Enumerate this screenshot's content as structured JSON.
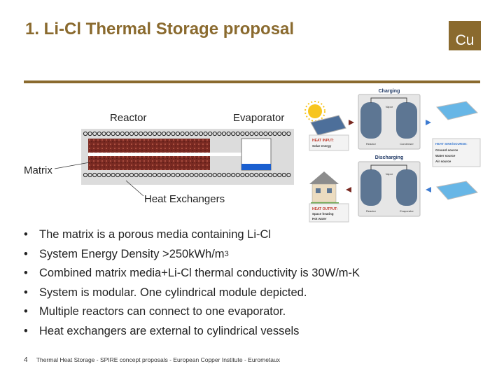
{
  "slide": {
    "title": "1. Li-Cl Thermal Storage proposal",
    "logo_text": "Cu",
    "accent_color": "#8a6a2e"
  },
  "diagram": {
    "reactor_label": "Reactor",
    "evaporator_label": "Evaporator",
    "matrix_label": "Matrix",
    "heat_exchangers_label": "Heat Exchangers"
  },
  "cycle": {
    "charging_title": "Charging",
    "discharging_title": "Discharging",
    "vapor_label": "Vapor",
    "reactor_label": "Reactor",
    "condenser_label": "Condenser",
    "evaporator_label": "Evaporator",
    "heat_input_title": "HEAT INPUT:",
    "heat_input_value": "Solar energy",
    "heat_sink_title": "HEAT SINK/SOURSE:",
    "heat_sink_items": [
      "Ground source",
      "Water source",
      "Air source"
    ],
    "heat_output_title": "HEAT OUTPUT:",
    "heat_output_items": [
      "Space heating",
      "Hot water"
    ]
  },
  "bullets": [
    {
      "text": "The matrix is a porous media containing Li-Cl",
      "sup": ""
    },
    {
      "text": "System Energy Density >250kWh/m",
      "sup": "3"
    },
    {
      "text": "Combined matrix media+Li-Cl thermal conductivity is 30W/m-K",
      "sup": ""
    },
    {
      "text": "System is modular. One cylindrical module depicted.",
      "sup": ""
    },
    {
      "text": "Multiple reactors can connect to one evaporator.",
      "sup": ""
    },
    {
      "text": "Heat exchangers are external to cylindrical vessels",
      "sup": ""
    }
  ],
  "bullet_glyph": "•",
  "footer": {
    "page_number": "4",
    "text": "Thermal Heat Storage - SPIRE concept proposals - European Copper Institute - Eurometaux"
  }
}
